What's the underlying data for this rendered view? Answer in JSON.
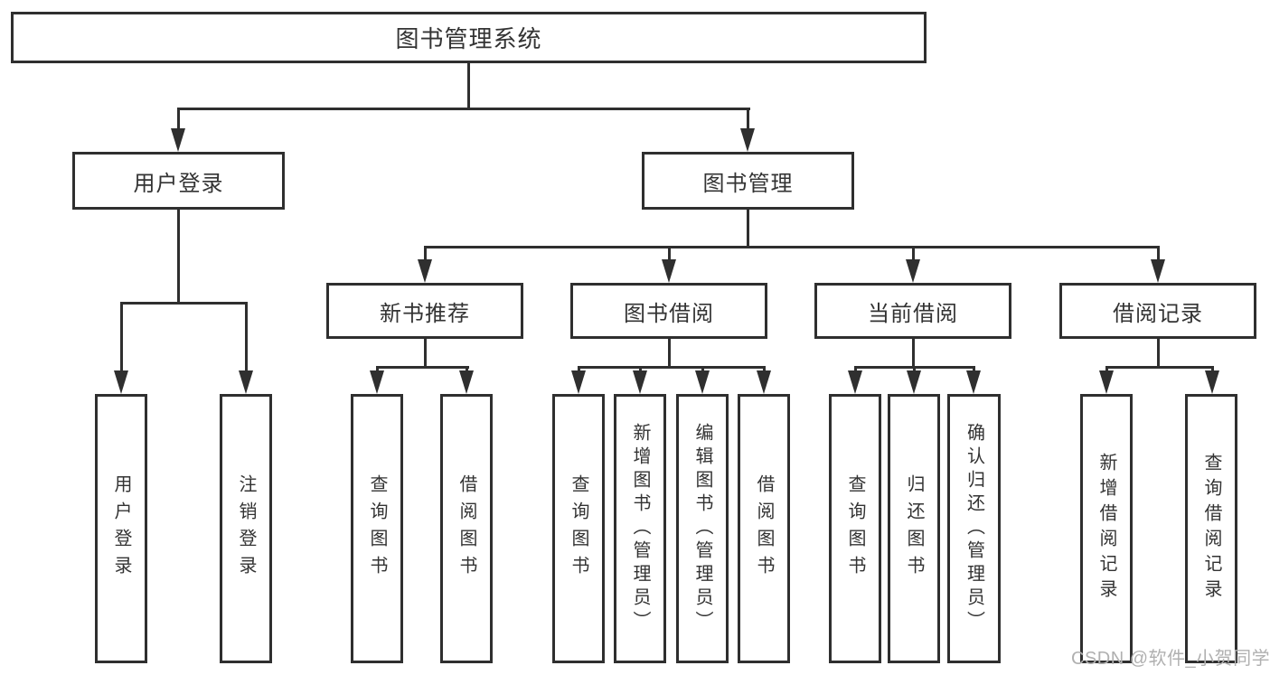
{
  "diagram": {
    "watermark": "CSDN @软件_小贺同学",
    "colors": {
      "line": "#2f2f2f",
      "text": "#333333",
      "watermark": "#b0b0b0",
      "background": "#ffffff"
    },
    "nodes": {
      "root": "图书管理系统",
      "user_login": "用户登录",
      "book_mgmt": "图书管理",
      "new_book_rec": "新书推荐",
      "book_borrow": "图书借阅",
      "current_borrow": "当前借阅",
      "borrow_records": "借阅记录",
      "leaf_user_login": "用户登录",
      "leaf_logout": "注销登录",
      "leaf_query_book_a": "查询图书",
      "leaf_borrow_book_a": "借阅图书",
      "leaf_query_book_b": "查询图书",
      "leaf_add_book": "新增图书（管理员）",
      "leaf_edit_book": "编辑图书（管理员）",
      "leaf_borrow_book_b": "借阅图书",
      "leaf_query_book_c": "查询图书",
      "leaf_return_book": "归还图书",
      "leaf_confirm_return": "确认归还（管理员）",
      "leaf_add_record": "新增借阅记录",
      "leaf_query_record": "查询借阅记录"
    }
  }
}
